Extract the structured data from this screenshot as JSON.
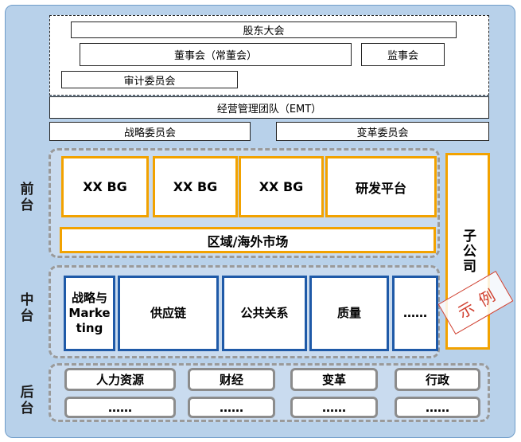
{
  "governance": {
    "shareholders": "股东大会",
    "board": "董事会（常董会）",
    "supervisors": "监事会",
    "audit": "审计委员会"
  },
  "management": {
    "emt": "经营管理团队（EMT）",
    "strategy_committee": "战略委员会",
    "transformation_committee": "变革委员会"
  },
  "front": {
    "label": "前台",
    "units": [
      "XX BG",
      "XX BG",
      "XX BG",
      "研发平台"
    ],
    "market": "区域/海外市场"
  },
  "middle": {
    "label": "中台",
    "units": [
      "战略与Marketing",
      "供应链",
      "公共关系",
      "质量",
      "……"
    ]
  },
  "back": {
    "label": "后台",
    "units": [
      "人力资源",
      "财经",
      "变革",
      "行政"
    ],
    "more": [
      "……",
      "……",
      "……",
      "……"
    ]
  },
  "subsidiary": "子公司",
  "stamp": "示例"
}
